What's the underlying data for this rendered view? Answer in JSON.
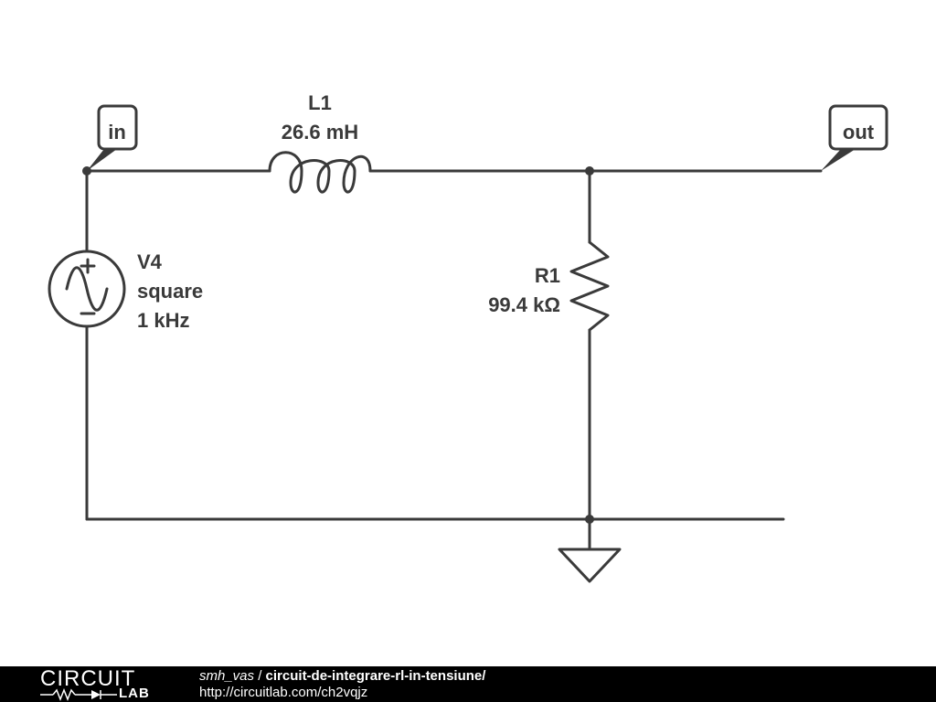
{
  "schematic": {
    "ports": {
      "in": "in",
      "out": "out"
    },
    "inductor": {
      "name": "L1",
      "value": "26.6 mH"
    },
    "resistor": {
      "name": "R1",
      "value": "99.4 kΩ"
    },
    "source": {
      "name": "V4",
      "type": "square",
      "frequency": "1 kHz"
    },
    "wire_color": "#3a3a3a"
  },
  "footer": {
    "logo_top": "CIRCUIT",
    "logo_bottom": "LAB",
    "author": "smh_vas",
    "separator": " / ",
    "circuit_slug": "circuit-de-integrare-rl-in-tensiune/",
    "url": "http://circuitlab.com/ch2vqjz"
  }
}
